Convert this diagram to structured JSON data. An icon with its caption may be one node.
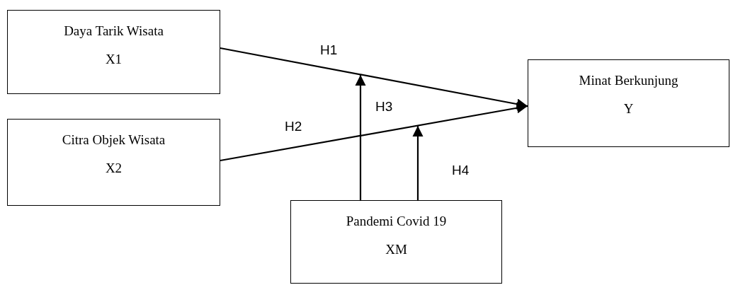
{
  "diagram": {
    "nodes": [
      {
        "text": [
          "Daya Tarik Wisata",
          "X1"
        ]
      },
      {
        "text": [
          "Minat Berkunjung",
          "Y"
        ]
      },
      {
        "text": [
          "Citra Objek Wisata",
          "X2"
        ]
      },
      {
        "text": [
          "Pandemi Covid 19",
          "XM"
        ]
      }
    ],
    "edges": [
      {
        "from": 0,
        "to": 1,
        "arrow": "to",
        "label": "H1"
      },
      {
        "from": 2,
        "to": 1,
        "arrow": "to",
        "label": "H2"
      },
      {
        "from": 3,
        "to": null,
        "arrow": "to",
        "label": "H3"
      },
      {
        "from": 3,
        "to": null,
        "arrow": "to",
        "label": "H4"
      }
    ]
  }
}
